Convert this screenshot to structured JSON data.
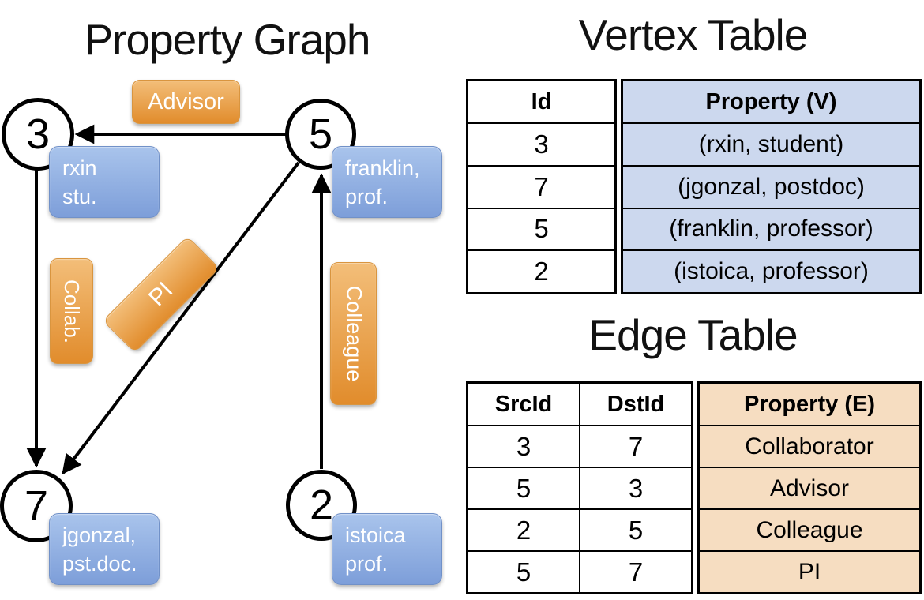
{
  "graph": {
    "title": "Property Graph",
    "nodes": [
      {
        "id": "3",
        "label_lines": [
          "rxin",
          "stu."
        ]
      },
      {
        "id": "5",
        "label_lines": [
          "franklin,",
          "prof."
        ]
      },
      {
        "id": "7",
        "label_lines": [
          "jgonzal,",
          "pst.doc."
        ]
      },
      {
        "id": "2",
        "label_lines": [
          "istoica",
          "prof."
        ]
      }
    ],
    "edge_labels": {
      "advisor": "Advisor",
      "collab": "Collab.",
      "pi": "PI",
      "colleague": "Colleague"
    }
  },
  "vertex_table": {
    "title": "Vertex Table",
    "columns": [
      "Id",
      "Property (V)"
    ],
    "rows": [
      [
        "3",
        "(rxin, student)"
      ],
      [
        "7",
        "(jgonzal, postdoc)"
      ],
      [
        "5",
        "(franklin, professor)"
      ],
      [
        "2",
        "(istoica, professor)"
      ]
    ]
  },
  "edge_table": {
    "title": "Edge Table",
    "columns": [
      "SrcId",
      "DstId",
      "Property (E)"
    ],
    "rows": [
      [
        "3",
        "7",
        "Collaborator"
      ],
      [
        "5",
        "3",
        "Advisor"
      ],
      [
        "2",
        "5",
        "Colleague"
      ],
      [
        "5",
        "7",
        "PI"
      ]
    ]
  },
  "colors": {
    "blue-cell": "#ccd8ee",
    "orange-cell": "#f6ddc1",
    "blue-box-top": "#a9c4ec",
    "blue-box-bottom": "#7d9ed9",
    "orange-box-top": "#f3be79",
    "orange-box-bottom": "#e18c2c"
  }
}
